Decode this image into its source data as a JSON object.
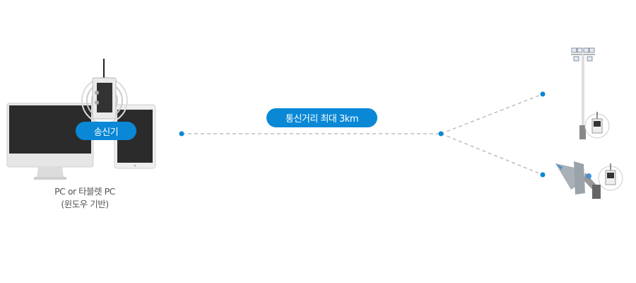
{
  "transmitter": {
    "label": "송신기"
  },
  "pc": {
    "caption_line1": "PC or 타블렛 PC",
    "caption_line2": "(윈도우 기반)"
  },
  "link": {
    "label": "통신거리 최대 3km"
  },
  "receivers": [
    {
      "name": "light-pole-receiver",
      "icon": "light-pole-icon"
    },
    {
      "name": "barrier-gate-receiver",
      "icon": "barrier-gate-icon"
    }
  ],
  "colors": {
    "accent": "#0a88d6",
    "dash": "#bbbbbb"
  }
}
